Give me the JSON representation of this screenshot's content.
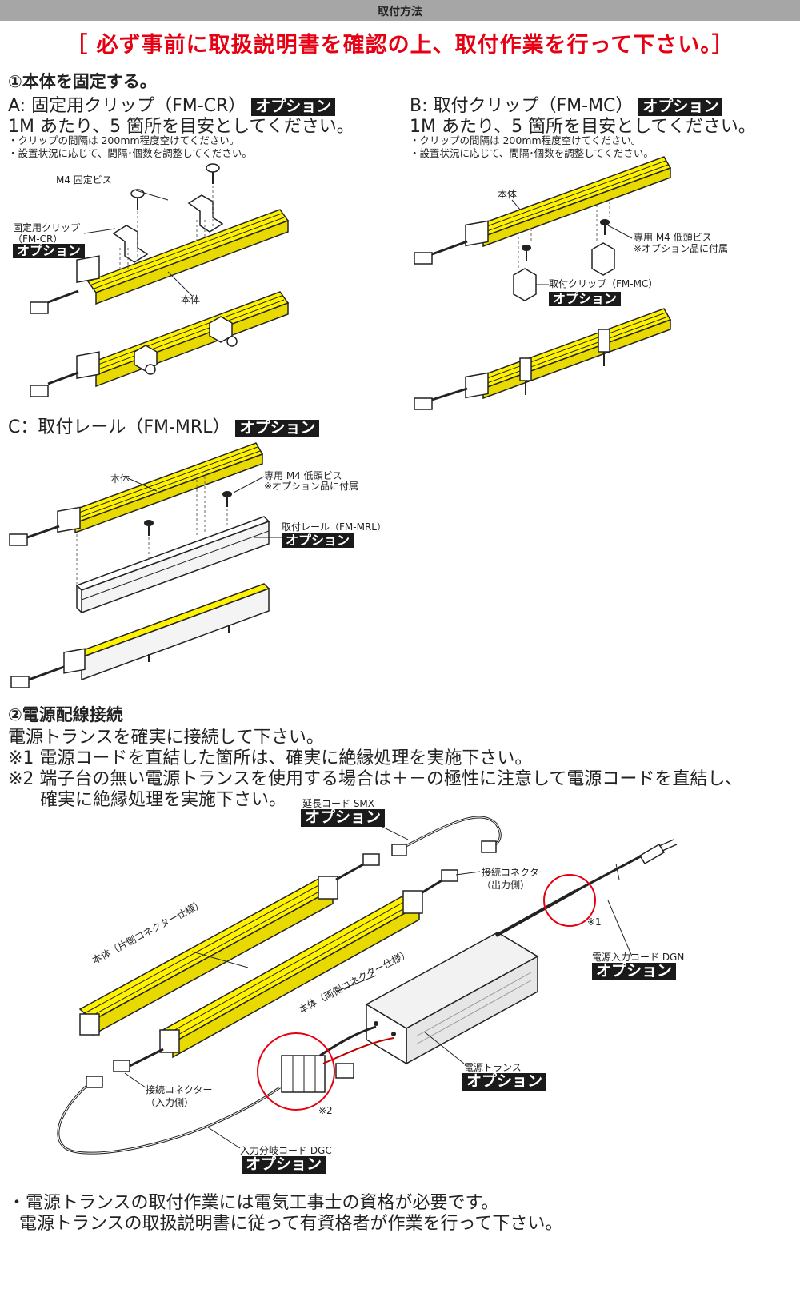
{
  "header": {
    "title": "取付方法"
  },
  "warning": "［ 必ず事前に取扱説明書を確認の上、取付作業を行って下さい。］",
  "option_label": "オプション",
  "section1": {
    "title": "①本体を固定する。",
    "a": {
      "title": "A: 固定用クリップ（FM-CR）",
      "line1": "1M あたり、5 箇所を目安としてください。",
      "note1": "・クリップの間隔は 200mm程度空けてください。",
      "note2": "・設置状況に応じて、間隔･個数を調整してください。",
      "label_screw": "M4 固定ビス",
      "label_clip_1": "固定用クリップ",
      "label_clip_2": "（FM-CR）",
      "label_body": "本体"
    },
    "b": {
      "title": "B: 取付クリップ（FM-MC）",
      "line1": "1M あたり、5 箇所を目安としてください。",
      "note1": "・クリップの間隔は 200mm程度空けてください。",
      "note2": "・設置状況に応じて、間隔･個数を調整してください。",
      "label_body": "本体",
      "label_screw_1": "専用 M4 低頭ビス",
      "label_screw_2": "※オプション品に付属",
      "label_clip": "取付クリップ（FM-MC）"
    },
    "c": {
      "title": "C：取付レール（FM-MRL）",
      "label_body": "本体",
      "label_screw_1": "専用 M4 低頭ビス",
      "label_screw_2": "※オプション品に付属",
      "label_rail": "取付レール（FM-MRL）"
    }
  },
  "section2": {
    "title": "②電源配線接続",
    "line1": "電源トランスを確実に接続して下さい。",
    "line2": "※1 電源コードを直結した箇所は、確実に絶縁処理を実施下さい。",
    "line3": "※2 端子台の無い電源トランスを使用する場合は＋－の極性に注意して電源コードを直結し、",
    "line4": "確実に絶縁処理を実施下さい。",
    "labels": {
      "ext_cord": "延長コード SMX",
      "conn_out_1": "接続コネクター",
      "conn_out_2": "（出力側）",
      "mark1": "※1",
      "power_cord": "電源入力コード DGN",
      "body_single": "本体（片側コネクター仕様）",
      "body_double": "本体（両側コネクター仕様）",
      "transformer": "電源トランス",
      "conn_in_1": "接続コネクター",
      "conn_in_2": "（入力側）",
      "mark2": "※2",
      "branch_cord": "入力分岐コード DGC"
    }
  },
  "footer": {
    "line1": "・電源トランスの取付作業には電気工事士の資格が必要です。",
    "line2": "電源トランスの取扱説明書に従って有資格者が作業を行って下さい。"
  },
  "colors": {
    "accent_red": "#e60012",
    "strip_yellow": "#fff200",
    "option_bg": "#1a1a1a",
    "header_bg": "#a6a6a6"
  }
}
